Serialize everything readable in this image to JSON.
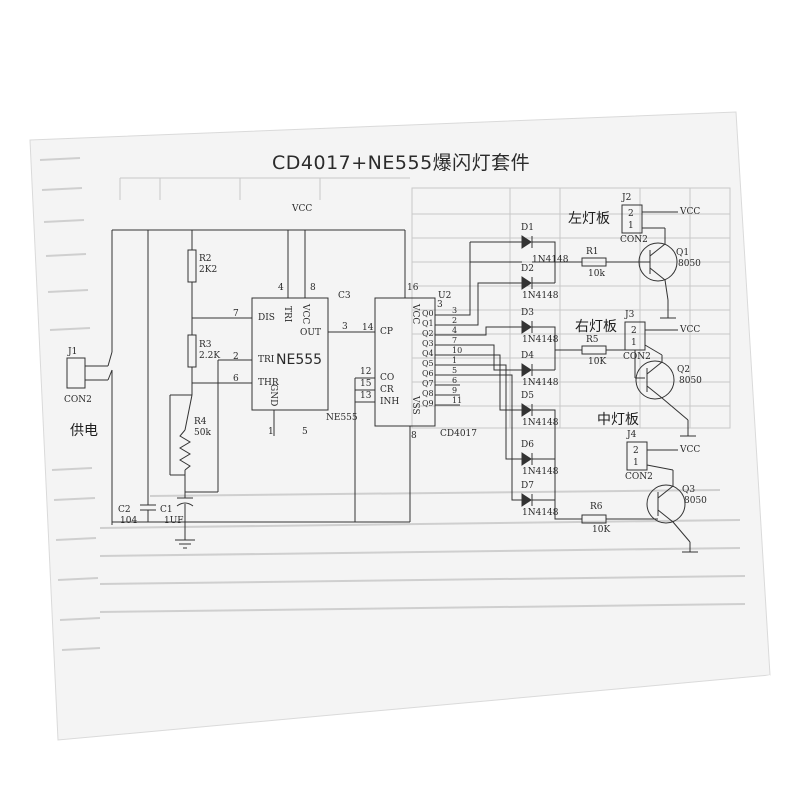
{
  "title": "CD4017+NE555爆闪灯套件",
  "supply": {
    "connector": "J1",
    "connector_type": "CON2",
    "label": "供电"
  },
  "vcc": "VCC",
  "capacitors": [
    {
      "ref": "C2",
      "value": "104"
    },
    {
      "ref": "C1",
      "value": "1UF"
    },
    {
      "ref": "C3",
      "value": ""
    }
  ],
  "resistors": [
    {
      "ref": "R2",
      "value": "2K2"
    },
    {
      "ref": "R3",
      "value": "2.2K"
    },
    {
      "ref": "R4",
      "value": "50k"
    },
    {
      "ref": "R1",
      "value": "10k"
    },
    {
      "ref": "R5",
      "value": "10K"
    },
    {
      "ref": "R6",
      "value": "10K"
    }
  ],
  "timer": {
    "name": "NE555",
    "ref": "NE555",
    "pins": {
      "dis": "DIS",
      "tri_top": "TRI",
      "vcc": "VCC",
      "out": "OUT",
      "tri": "TRI",
      "thr": "THR",
      "gnd": "GND"
    },
    "pin_numbers": {
      "dis": "7",
      "tri_top": "4",
      "vcc": "8",
      "out": "3",
      "tri": "2",
      "thr": "6",
      "gnd": "1",
      "ctrl": "5"
    }
  },
  "counter": {
    "name": "CD4017",
    "ref": "U2",
    "pins": {
      "cp": "CP",
      "co": "CO",
      "cr": "CR",
      "inh": "INH",
      "vcc": "VCC",
      "vss": "VSS"
    },
    "pin_numbers": {
      "cp": "14",
      "co": "12",
      "cr": "15",
      "inh": "13",
      "vcc": "16",
      "vss": "8",
      "out": "3"
    },
    "outputs": [
      "Q0",
      "Q1",
      "Q2",
      "Q3",
      "Q4",
      "Q5",
      "Q6",
      "Q7",
      "Q8",
      "Q9"
    ],
    "output_pins": [
      "3",
      "2",
      "4",
      "7",
      "10",
      "1",
      "5",
      "6",
      "9",
      "11"
    ]
  },
  "diodes": [
    {
      "ref": "D1",
      "part": "1N4148"
    },
    {
      "ref": "D2",
      "part": "1N4148"
    },
    {
      "ref": "D3",
      "part": "1N4148"
    },
    {
      "ref": "D4",
      "part": "1N4148"
    },
    {
      "ref": "D5",
      "part": "1N4148"
    },
    {
      "ref": "D6",
      "part": "1N4148"
    },
    {
      "ref": "D7",
      "part": "1N4148"
    }
  ],
  "boards": [
    {
      "label": "左灯板",
      "connector": "J2",
      "connector_type": "CON2",
      "transistor": "Q1",
      "part": "8050",
      "vcc": "VCC",
      "pins": [
        "2",
        "1"
      ]
    },
    {
      "label": "右灯板",
      "connector": "J3",
      "connector_type": "CON2",
      "transistor": "Q2",
      "part": "8050",
      "vcc": "VCC",
      "pins": [
        "2",
        "1"
      ]
    },
    {
      "label": "中灯板",
      "connector": "J4",
      "connector_type": "CON2",
      "transistor": "Q3",
      "part": "8050",
      "vcc": "VCC",
      "pins": [
        "2",
        "1"
      ]
    }
  ]
}
